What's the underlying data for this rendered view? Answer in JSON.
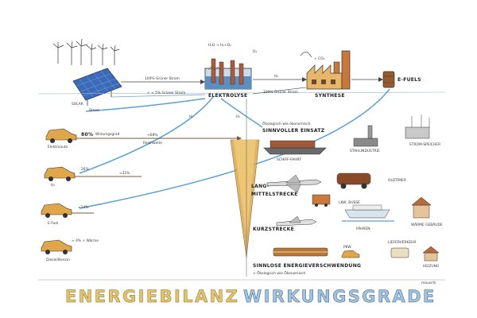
{
  "top": {
    "formula_electrolysis": "H₂O → H₂+O₂",
    "o2_symbol": "O₂",
    "co2_label": "+ CO₂",
    "h2_to_synthesis": "H₂",
    "arrow_solar_label": "100% Grüner Strom",
    "arrow_solar_label2": "+ ≈ 5% Grüner Strom",
    "arrow_grey_label": "100% Grüner Strom",
    "elektrolyse_label": "ELEKTROLYSE",
    "synthese_label": "SYNTHESE",
    "efuels_label": "E-FUELS",
    "solar_label": "SOLAR",
    "strom_label": "Strom"
  },
  "cars": {
    "items": [
      {
        "label": "Elektroauto",
        "pct": "80%",
        "mid": "Wirkungsgrad",
        "pct2": "≈68%",
        "note": "Reichweite"
      },
      {
        "label": "H₂",
        "pct": "26%",
        "pct2": "≈31%"
      },
      {
        "label": "E-Fuel",
        "pct": "≈14%"
      },
      {
        "label": "Diesel/Benzin",
        "pct": "≈ 4% + Wärme"
      }
    ]
  },
  "branch_labels": {
    "h2_a": "H₂",
    "h2_b": "H₂"
  },
  "right": {
    "sinnvoll_sub": "Ökologisch wie ökonomisch",
    "sinnvoll_title": "SINNVOLLER EINSATZ",
    "schifffahrt": "SCHIFF-FAHRT",
    "stahl": "STAHLINDUSTRIE",
    "stromspeicher": "STROM-SPEICHER",
    "oldtimer": "OLDTIMER",
    "langstrecke": "LANG-",
    "mittelstrecke": "MITTELSTRECKE",
    "lkw": "LKW, BUSSE",
    "kurzstrecke": "KURZSTRECKE",
    "faehren": "FÄHREN",
    "waerme": "WÄRME GEBÄUDE",
    "pkw": "PKW",
    "lieferverkehr": "LIEFERVERKEHR",
    "heizung": "HEIZUNG",
    "sinnlos_title": "SINNLOSE ENERGIEVERSCHWENDUNG",
    "sinnlos_sub": "> Ökologisch wie Ökonomisch",
    "signature": "mauschi"
  },
  "titles": {
    "left": "ENERGIEBILANZ",
    "right": "WIRKUNGSGRADE"
  }
}
